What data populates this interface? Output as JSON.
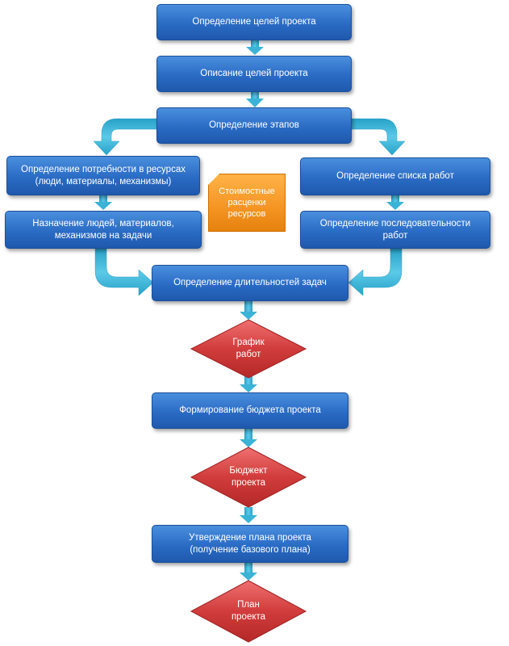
{
  "steps": {
    "goals_def": "Определение целей проекта",
    "goals_desc": "Описание целей проекта",
    "stages_def": "Определение этапов",
    "resource_needs": "Определение потребности в ресурсах\n(люди, материалы, механизмы)",
    "work_list": "Определение списка работ",
    "assign_resources": "Назначение людей, материалов,\nмеханизмов на задачи",
    "work_sequence": "Определение последовательности\nработ",
    "durations": "Определение длительностей задач",
    "budget_form": "Формирование бюджета проекта",
    "plan_approval": "Утверждение плана проекта\n(получение базового плана)"
  },
  "note": {
    "cost_rates": "Стоимостные\nрасценки\nресурсов"
  },
  "outputs": {
    "schedule": "График\nработ",
    "budget": "Бюджект\nпроекта",
    "plan": "План\nпроекта"
  },
  "colors": {
    "box": "#2a6bc4",
    "arrow": "#3ab3d6",
    "diamond": "#d13c3c",
    "note": "#f59422"
  }
}
